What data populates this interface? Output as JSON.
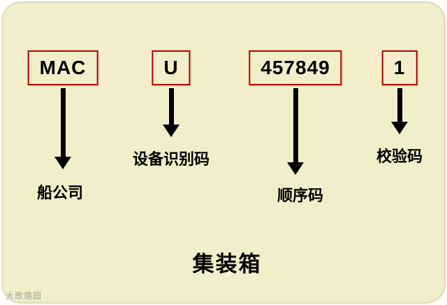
{
  "title": "集装箱",
  "watermark": "大歌璐园",
  "items": [
    {
      "code": "MAC",
      "label": "船公司"
    },
    {
      "code": "U",
      "label": "设备识别码"
    },
    {
      "code": "457849",
      "label": "顺序码"
    },
    {
      "code": "1",
      "label": "校验码"
    }
  ],
  "colors": {
    "background": "#f2eec9",
    "box_border": "#b30000",
    "arrow": "#000000",
    "text": "#000000"
  }
}
